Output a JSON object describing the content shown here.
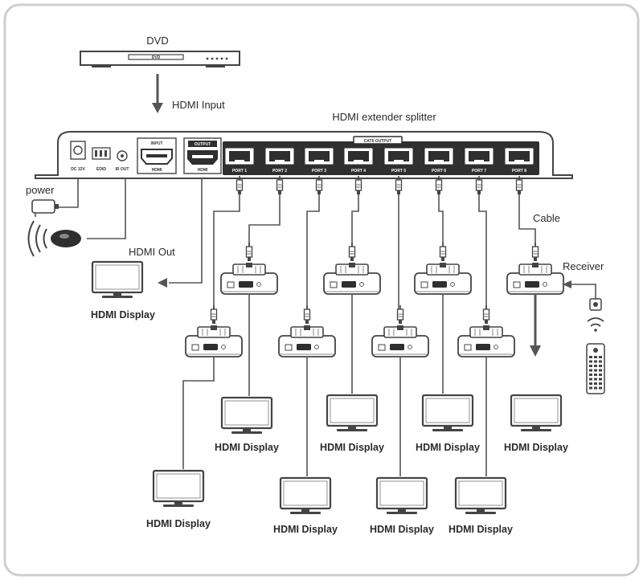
{
  "labels": {
    "dvd": "DVD",
    "dvd_screen": "DVD",
    "hdmi_input": "HDMI   Input",
    "splitter": "HDMI extender splitter",
    "power": "power",
    "hdmi_out": "HDMI Out",
    "cable": "Cable",
    "receiver": "Receiver",
    "display": "HDMI Display"
  },
  "panel": {
    "dc": "DC 12V",
    "edid": "EDID",
    "ir_out": "IR OUT",
    "input_title": "INPUT",
    "input_sub": "HDMI",
    "output_title": "OUTPUT",
    "output_sub": "HDMI",
    "cat6": "CAT6 OUTPUT",
    "ports": [
      "PORT 1",
      "PORT 2",
      "PORT 3",
      "PORT 4",
      "PORT 5",
      "PORT 6",
      "PORT 7",
      "PORT 8"
    ]
  },
  "colors": {
    "line": "#555555",
    "device_fill": "#ffffff",
    "port_bar": "#2f2f2f",
    "frame": "#cfcfcf"
  }
}
